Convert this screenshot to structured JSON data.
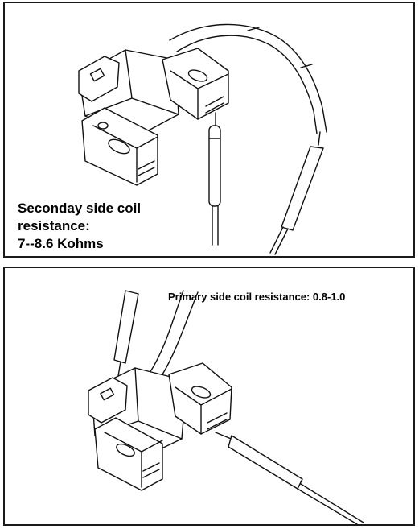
{
  "top_panel": {
    "caption_lines": [
      "Seconday side coil",
      "resistance:",
      "7--8.6 Kohms"
    ]
  },
  "bottom_panel": {
    "caption": "Primary side coil resistance: 0.8-1.0"
  }
}
